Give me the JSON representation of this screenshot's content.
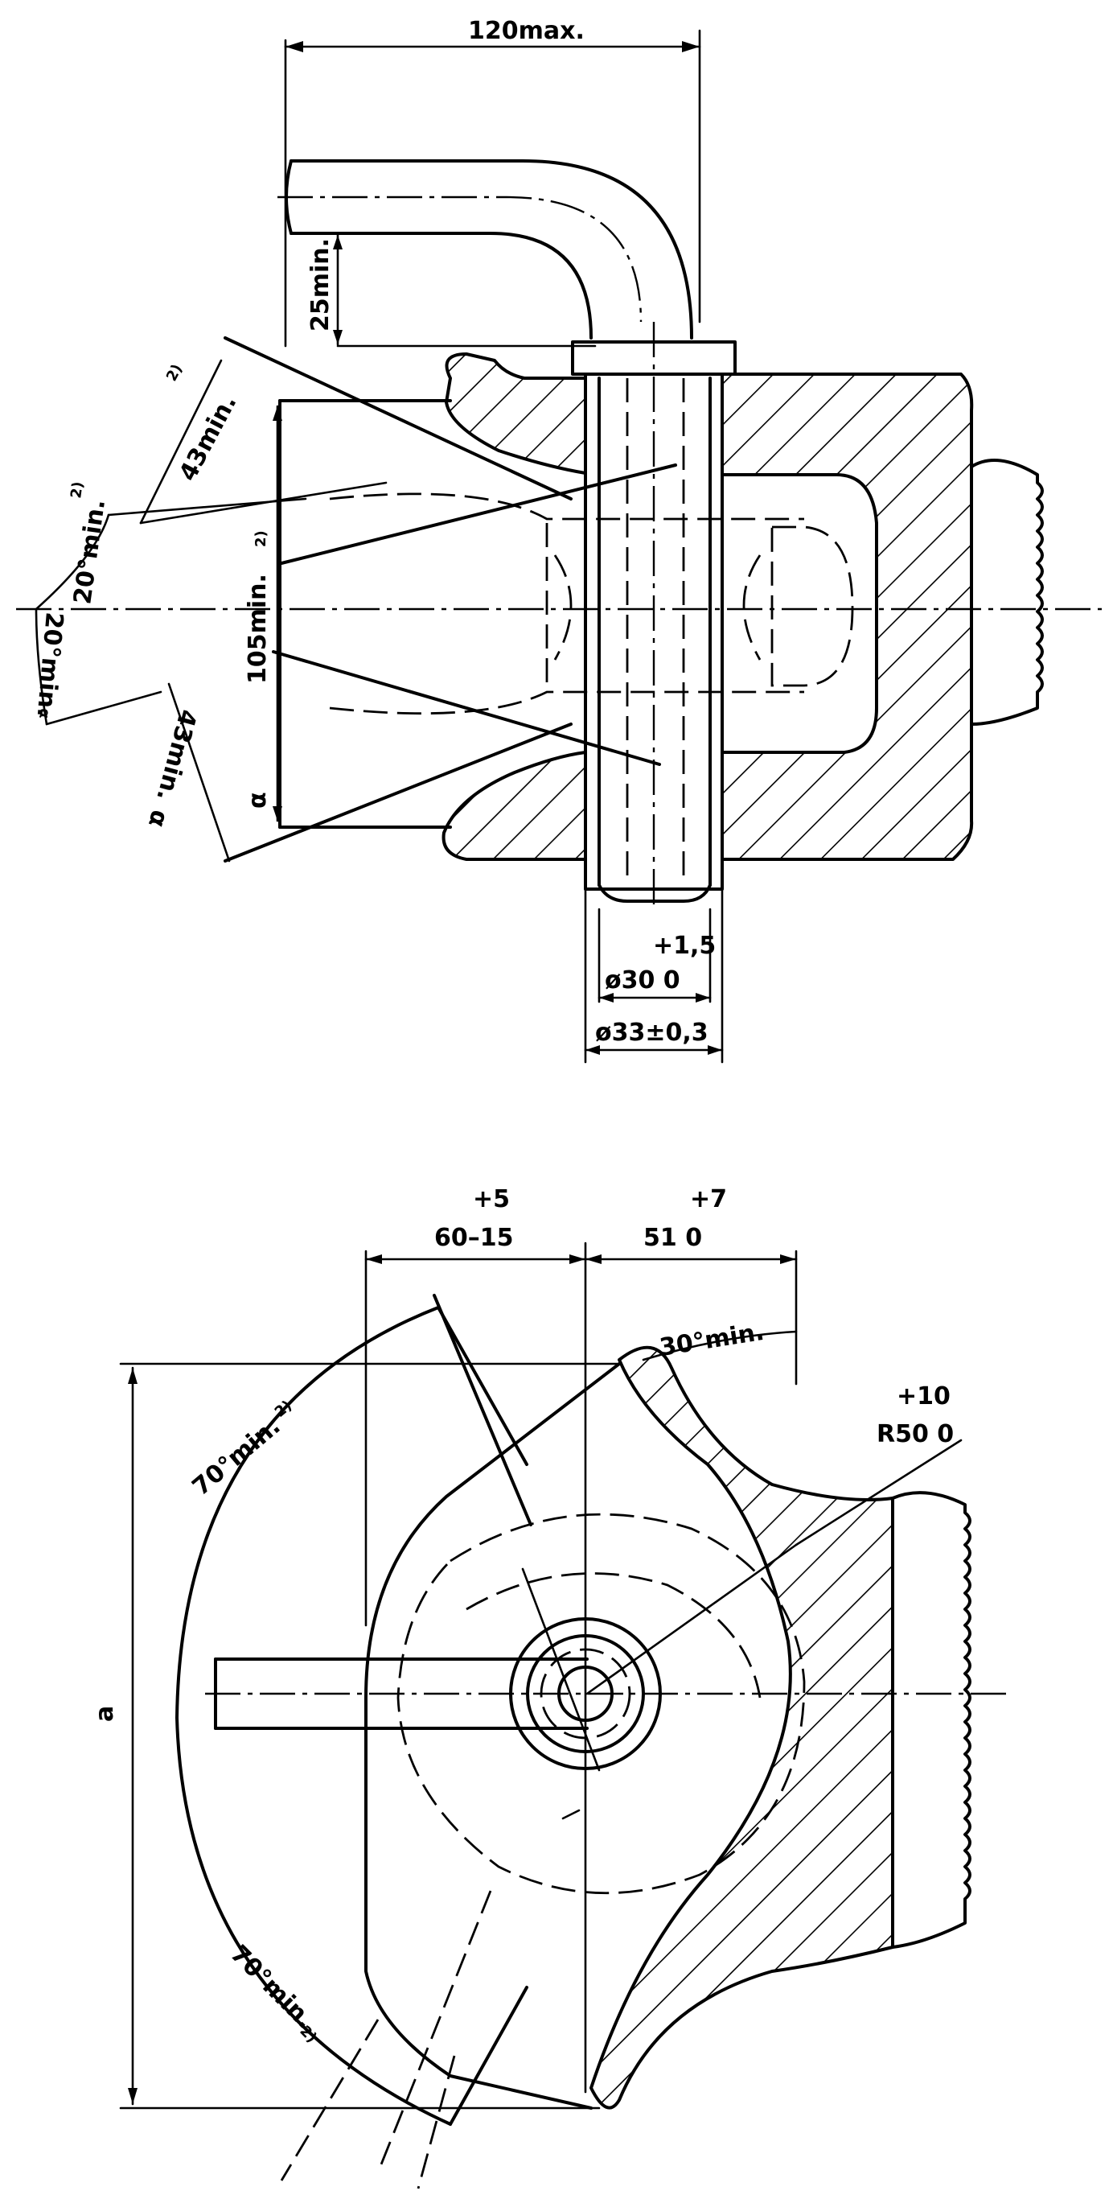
{
  "top_view": {
    "dims": {
      "max_width": "120max.",
      "clearance": "25min.",
      "upper_flank": "43min.",
      "upper_flank_note": "2)",
      "upper_angle": "20°min.",
      "upper_angle_note": "2)",
      "opening": "105min.",
      "opening_note": "2)",
      "lower_angle": "20°min.",
      "lower_angle_alpha": "α",
      "lower_flank": "43min.",
      "lower_flank_alpha": "α",
      "opening_alpha": "α",
      "pin_tol_upper": "+1,5",
      "pin_diameter": "ø30  0",
      "bore_diameter": "ø33±0,3"
    }
  },
  "bottom_view": {
    "dims": {
      "left_tol_upper": "+5",
      "left_value": "60–15",
      "right_tol_upper": "+7",
      "right_value": "51  0",
      "side_angle": "30°min.",
      "radius_tol_upper": "+10",
      "radius_value": "R50  0",
      "upper_swing": "70°min.",
      "upper_swing_note": "2)",
      "lower_swing": "70°min.",
      "lower_swing_note": "2)",
      "height": "a"
    }
  }
}
